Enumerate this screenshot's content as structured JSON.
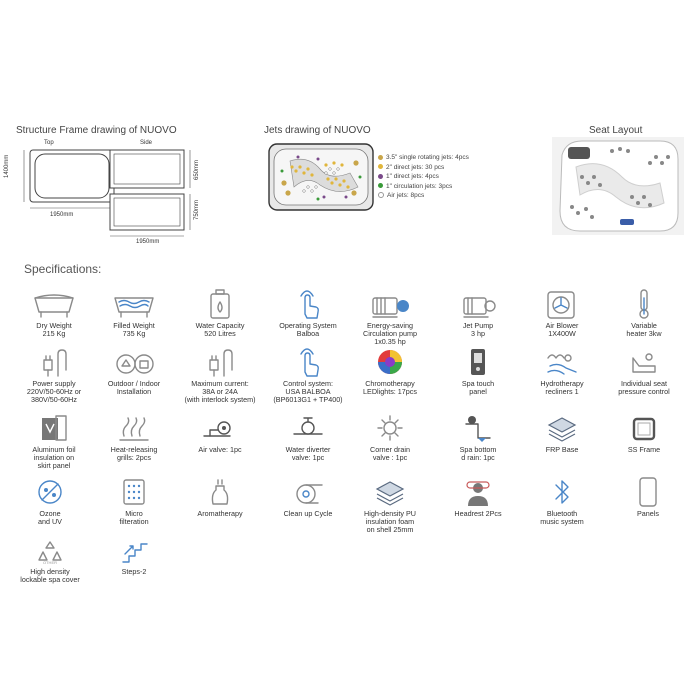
{
  "frame": {
    "title": "Structure Frame drawing of NUOVO",
    "top_label": "Top",
    "side_label": "Side",
    "width_top": "1950mm",
    "height_top": "1400mm",
    "height_side1": "650mm",
    "height_side2": "750mm",
    "width_side": "1950mm"
  },
  "jets": {
    "title": "Jets drawing of NUOVO",
    "legend": [
      {
        "text": "3.5\" single rotating jets: 4pcs",
        "color": "#c9a64a",
        "hollow": false
      },
      {
        "text": "2\" direct jets: 30 pcs",
        "color": "#e0b63c",
        "hollow": false
      },
      {
        "text": "1\" direct jets: 4pcs",
        "color": "#7a4a8a",
        "hollow": false
      },
      {
        "text": "1\" circulation jets: 3pcs",
        "color": "#3a9a3a",
        "hollow": false
      },
      {
        "text": "Air jets: 8pcs",
        "color": "#999999",
        "hollow": true
      }
    ]
  },
  "seat": {
    "title": "Seat Layout"
  },
  "specs": {
    "title": "Specifications:",
    "items": [
      {
        "label": "Dry Weight\n215 Kg",
        "icon": "dry-weight-icon"
      },
      {
        "label": "Filled Weight\n735 Kg",
        "icon": "filled-weight-icon"
      },
      {
        "label": "Water Capacity\n520 Litres",
        "icon": "water-capacity-icon"
      },
      {
        "label": "Operating System\nBalboa",
        "icon": "operating-system-icon"
      },
      {
        "label": "Energy-saving\nCirculation pump\n1x0.35 hp",
        "icon": "circulation-pump-icon"
      },
      {
        "label": "Jet Pump\n3 hp",
        "icon": "jet-pump-icon"
      },
      {
        "label": "Air Blower\n1X400W",
        "icon": "air-blower-icon"
      },
      {
        "label": "Variable\nheater 3kw",
        "icon": "heater-icon"
      },
      {
        "label": "Power supply\n220V/50-60Hz or\n380V/50-60Hz",
        "icon": "power-plug-icon"
      },
      {
        "label": "Outdoor / Indoor\nInstallation",
        "icon": "outdoor-indoor-icon"
      },
      {
        "label": "Maximum current:\n38A or 24A\n(with interlock system)",
        "icon": "current-plug-icon"
      },
      {
        "label": "Control system:\nUSA BALBOA\n(BP6013G1 + TP400)",
        "icon": "control-system-icon"
      },
      {
        "label": "Chromotherapy\nLEDlights: 17pcs",
        "icon": "led-lights-icon"
      },
      {
        "label": "Spa touch\npanel",
        "icon": "touch-panel-icon"
      },
      {
        "label": "Hydrotherapy\nrecliners 1",
        "icon": "recliner-icon"
      },
      {
        "label": "Individual seat\npressure control",
        "icon": "seat-pressure-icon"
      },
      {
        "label": "Aluminum foil\ninsulation on\nskirt panel",
        "icon": "aluminum-foil-icon"
      },
      {
        "label": "Heat-releasing\ngrills: 2pcs",
        "icon": "heat-grill-icon"
      },
      {
        "label": "Air valve: 1pc",
        "icon": "air-valve-icon"
      },
      {
        "label": "Water diverter\nvalve: 1pc",
        "icon": "diverter-valve-icon"
      },
      {
        "label": "Corner drain\nvalve : 1pc",
        "icon": "corner-drain-icon"
      },
      {
        "label": "Spa bottom\nd rain: 1pc",
        "icon": "bottom-drain-icon"
      },
      {
        "label": "FRP Base",
        "icon": "frp-base-icon"
      },
      {
        "label": "SS Frame",
        "icon": "ss-frame-icon"
      },
      {
        "label": "Ozone\nand UV",
        "icon": "ozone-uv-icon"
      },
      {
        "label": "Micro\nfilteration",
        "icon": "micro-filter-icon"
      },
      {
        "label": "Aromatherapy",
        "icon": "aromatherapy-icon"
      },
      {
        "label": "Clean up Cycle",
        "icon": "cleanup-cycle-icon"
      },
      {
        "label": "High-density PU\ninsulation foam\non shell 25mm",
        "icon": "pu-foam-icon"
      },
      {
        "label": "Headrest 2Pcs",
        "icon": "headrest-icon"
      },
      {
        "label": "Bluetooth\nmusic system",
        "icon": "bluetooth-icon"
      },
      {
        "label": "Panels",
        "icon": "panels-icon"
      },
      {
        "label": "High density\nlockable spa cover",
        "icon": "spa-cover-icon"
      },
      {
        "label": "Steps-2",
        "icon": "steps-icon"
      }
    ]
  }
}
